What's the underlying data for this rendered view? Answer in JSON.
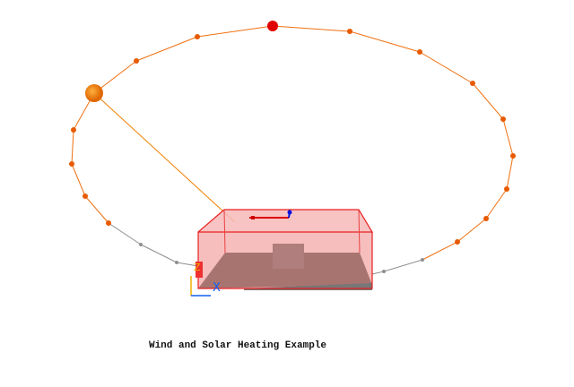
{
  "caption": "Wind and Solar Heating Example",
  "axes": {
    "x_label": "X",
    "z_label": "Z"
  },
  "colors": {
    "orbit": "#f07010",
    "orbit_night": "#909090",
    "sun": "#f08000",
    "noon_marker": "#e00000",
    "room": "#f4a0a0",
    "floor": "#a87470"
  }
}
